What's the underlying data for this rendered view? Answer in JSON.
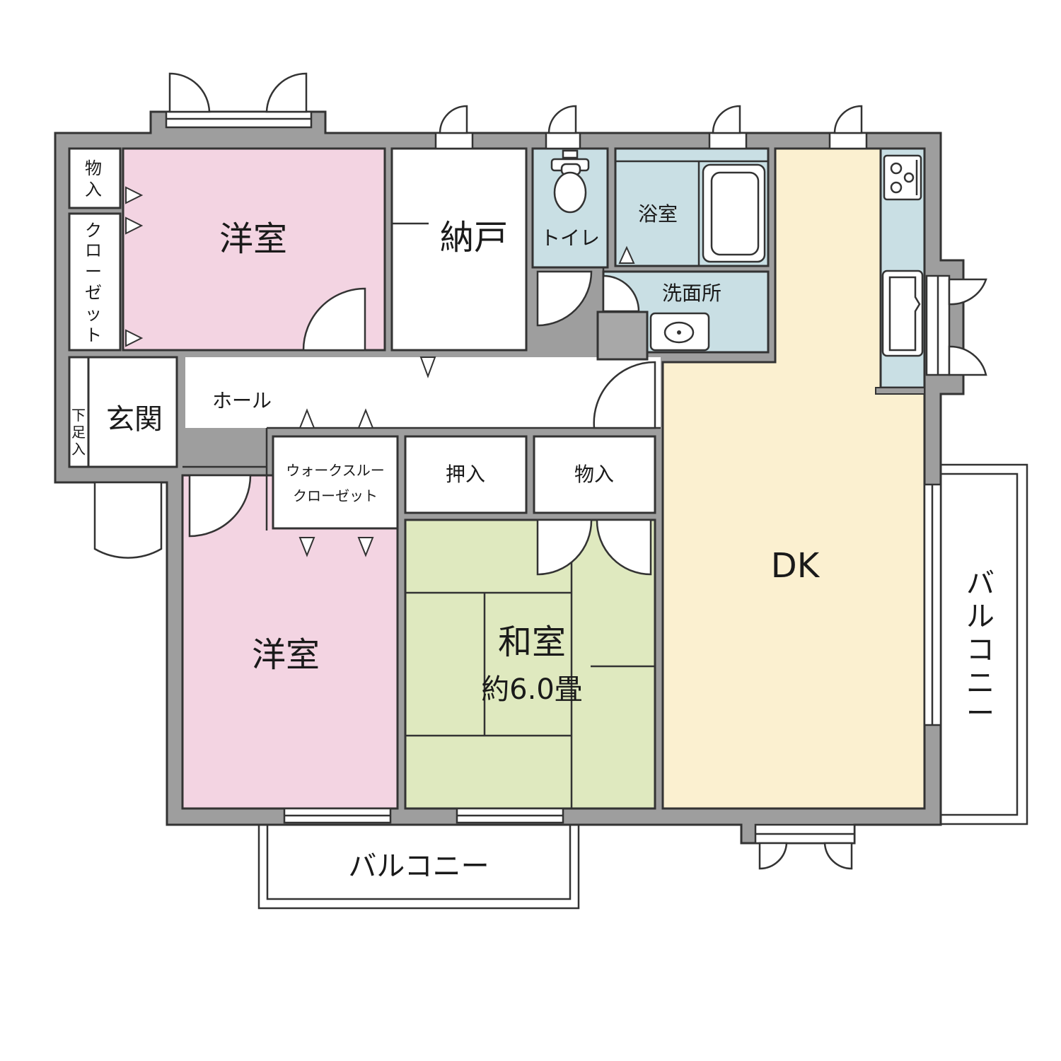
{
  "colors": {
    "western_room": "#f3d4e2",
    "japanese_room": "#dfe9bf",
    "dk": "#fbf0d0",
    "wet_area": "#c9dfe4",
    "storage": "#ffffff",
    "wall": "#9e9e9e",
    "column": "#a8a8a8"
  },
  "rooms": {
    "western_top": "洋室",
    "western_bottom": "洋室",
    "storeroom": "納戸",
    "toilet": "トイレ",
    "bath": "浴室",
    "washroom": "洗面所",
    "dk": "DK",
    "japanese": "和室",
    "japanese_size": "約6.0畳",
    "hall": "ホール",
    "entrance": "玄関",
    "shoe_storage": [
      "下",
      "足",
      "入"
    ],
    "storage_top_left": [
      "物",
      "入"
    ],
    "closet_left": [
      "ク",
      "ロ",
      "ー",
      "ゼ",
      "ッ",
      "ト"
    ],
    "walk_through_closet": [
      "ウォークスルー",
      "クローゼット"
    ],
    "oshiire": "押入",
    "monoire_mid": "物入"
  },
  "balconies": {
    "bottom": "バルコニー",
    "right": [
      "バ",
      "ル",
      "コ",
      "ニ",
      "ー"
    ]
  }
}
